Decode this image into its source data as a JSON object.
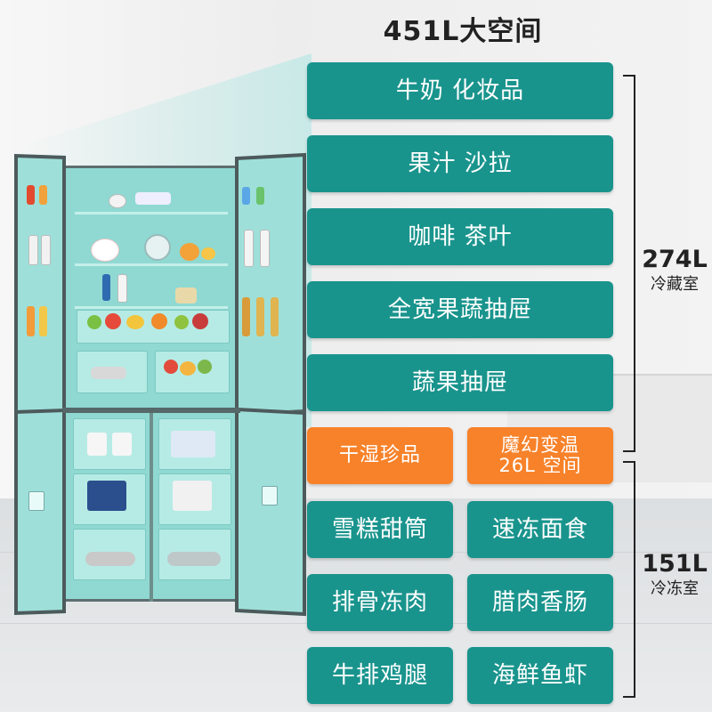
{
  "heading": "451L大空间",
  "refrigerator_section": {
    "volume": "274L",
    "label": "冷藏室",
    "zones": [
      "牛奶  化妆品",
      "果汁  沙拉",
      "咖啡  茶叶",
      "全宽果蔬抽屉",
      "蔬果抽屉"
    ]
  },
  "special_zones": {
    "left": "干湿珍品",
    "right_line1": "魔幻变温",
    "right_line2": "26L 空间"
  },
  "freezer_section": {
    "volume": "151L",
    "label": "冷冻室",
    "zones": [
      "雪糕甜筒",
      "速冻面食",
      "排骨冻肉",
      "腊肉香肠",
      "牛排鸡腿",
      "海鲜鱼虾"
    ]
  },
  "colors": {
    "teal_label": "#19948d",
    "orange_label": "#f7822a",
    "fridge_interior": "#8fd9d2"
  }
}
